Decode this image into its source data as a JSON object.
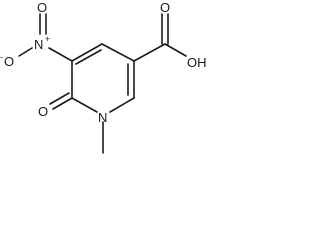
{
  "molecule": {
    "labels": {
      "nitro_o_left": "O",
      "nitro_o_left_charge": "-",
      "nitro_n": "N",
      "nitro_n_charge": "+",
      "nitro_o_top": "O",
      "acid_o_top": "O",
      "acid_oh": "OH",
      "ketone_o": "O",
      "ring_n": "N"
    }
  }
}
